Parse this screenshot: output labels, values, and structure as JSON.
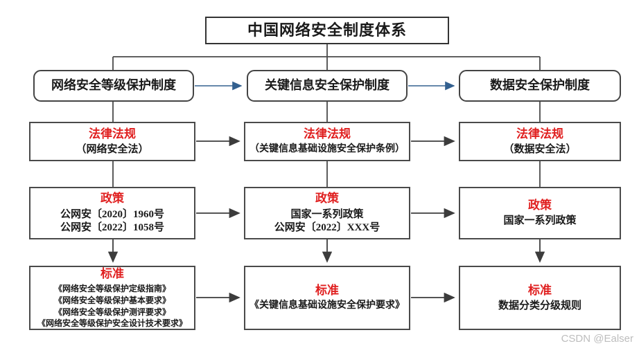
{
  "title": "中国网络安全制度体系",
  "watermark": "CSDN @Ealser",
  "colors": {
    "heading_red": "#e01f1f",
    "arrow_blue": "#33608f",
    "arrow_dark": "#3c3c3c",
    "box_border": "#4a4a4a"
  },
  "columns": [
    {
      "header": "网络安全等级保护制度",
      "law": {
        "heading": "法律法规",
        "lines": [
          "（网络安全法）"
        ]
      },
      "policy": {
        "heading": "政策",
        "lines": [
          "公网安〔2020〕1960号",
          "公网安〔2022〕1058号"
        ]
      },
      "standard": {
        "heading": "标准",
        "lines": [
          "《网络安全等级保护定级指南》",
          "《网络安全等级保护基本要求》",
          "《网络安全等级保护测评要求》",
          "《网络安全等级保护安全设计技术要求》"
        ]
      }
    },
    {
      "header": "关键信息安全保护制度",
      "law": {
        "heading": "法律法规",
        "lines": [
          "（关键信息基础设施安全保护条例）"
        ]
      },
      "policy": {
        "heading": "政策",
        "lines": [
          "国家一系列政策",
          "公网安〔2022〕XXX号"
        ]
      },
      "standard": {
        "heading": "标准",
        "lines": [
          "《关键信息基础设施安全保护要求》"
        ]
      }
    },
    {
      "header": "数据安全保护制度",
      "law": {
        "heading": "法律法规",
        "lines": [
          "（数据安全法）"
        ]
      },
      "policy": {
        "heading": "政策",
        "lines": [
          "国家一系列政策"
        ]
      },
      "standard": {
        "heading": "标准",
        "lines": [
          "数据分类分级规则"
        ]
      }
    }
  ]
}
